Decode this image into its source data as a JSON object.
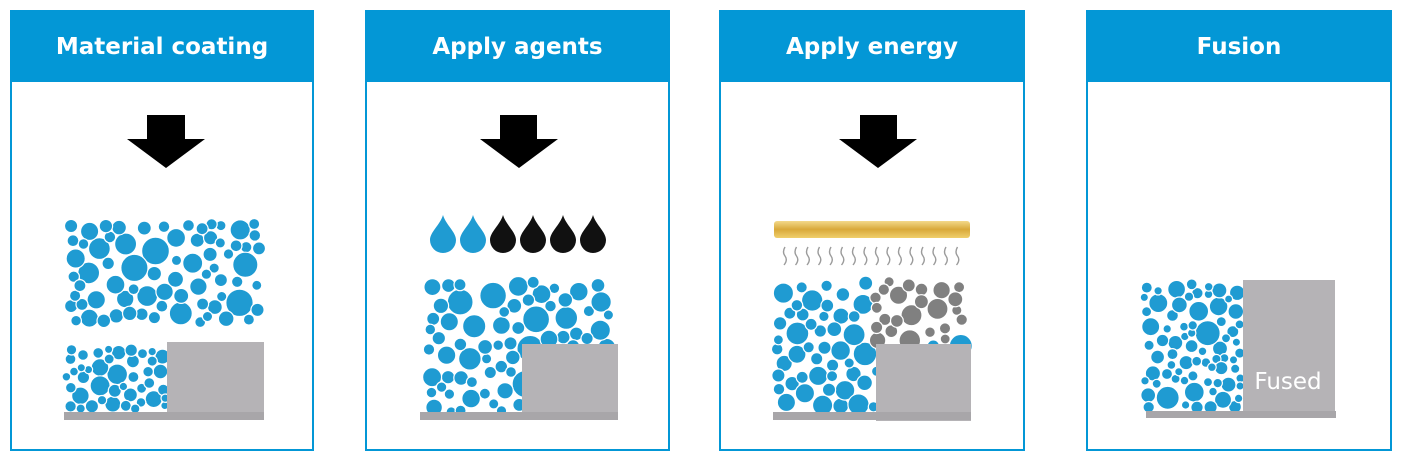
{
  "steps": [
    {
      "title": "Material coating"
    },
    {
      "title": "Apply agents"
    },
    {
      "title": "Apply energy"
    },
    {
      "title": "Fusion",
      "fused_label": "Fused"
    }
  ],
  "colors": {
    "accent": "#0397d6",
    "particle": "#1f9bd2",
    "fused": "#b5b3b6",
    "agent_black": "#111111",
    "heated_particle": "#808080",
    "lamp": "#e6c35c"
  },
  "icons": [
    "down-arrow-icon",
    "blue-droplet-icon",
    "black-droplet-icon",
    "heat-lamp-icon"
  ]
}
